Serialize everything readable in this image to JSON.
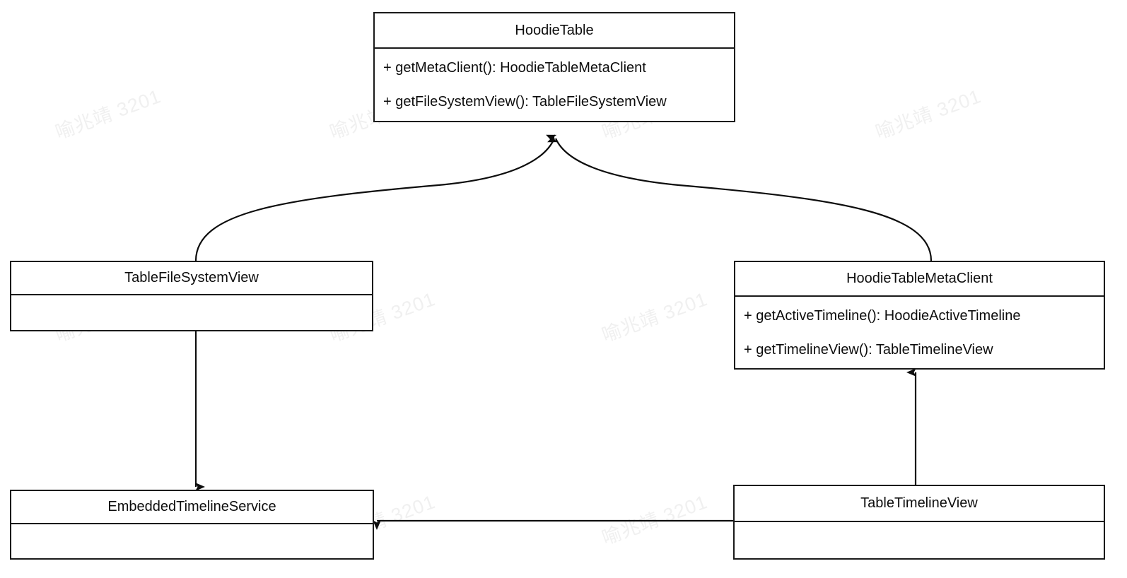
{
  "diagram": {
    "type": "uml-class-diagram",
    "background": "#ffffff",
    "line_color": "#1a1a1a",
    "text_color": "#0d0d0d",
    "watermark": {
      "text": "喻兆靖 3201",
      "color": "#f0f0f0",
      "rotation_deg": -20
    },
    "classes": [
      {
        "id": "hoodie-table",
        "name": "HoodieTable",
        "members": [
          "+ getMetaClient(): HoodieTableMetaClient",
          "+ getFileSystemView(): TableFileSystemView"
        ]
      },
      {
        "id": "table-file-system-view",
        "name": "TableFileSystemView",
        "members": []
      },
      {
        "id": "hoodie-table-meta-client",
        "name": "HoodieTableMetaClient",
        "members": [
          "+ getActiveTimeline(): HoodieActiveTimeline",
          "+ getTimelineView(): TableTimelineView"
        ]
      },
      {
        "id": "embedded-timeline-service",
        "name": "EmbeddedTimelineService",
        "members": []
      },
      {
        "id": "table-timeline-view",
        "name": "TableTimelineView",
        "members": []
      }
    ],
    "relations": [
      {
        "id": "rel-tfsv-to-hoodietable",
        "from": "table-file-system-view",
        "to": "hoodie-table",
        "style": "curved",
        "arrow": "filled"
      },
      {
        "id": "rel-htmc-to-hoodietable",
        "from": "hoodie-table-meta-client",
        "to": "hoodie-table",
        "style": "curved",
        "arrow": "filled"
      },
      {
        "id": "rel-tfsv-to-ets",
        "from": "table-file-system-view",
        "to": "embedded-timeline-service",
        "style": "straight",
        "arrow": "filled"
      },
      {
        "id": "rel-ttv-to-htmc",
        "from": "table-timeline-view",
        "to": "hoodie-table-meta-client",
        "style": "straight",
        "arrow": "filled"
      },
      {
        "id": "rel-ttv-to-ets",
        "from": "table-timeline-view",
        "to": "embedded-timeline-service",
        "style": "straight",
        "arrow": "filled"
      }
    ]
  }
}
